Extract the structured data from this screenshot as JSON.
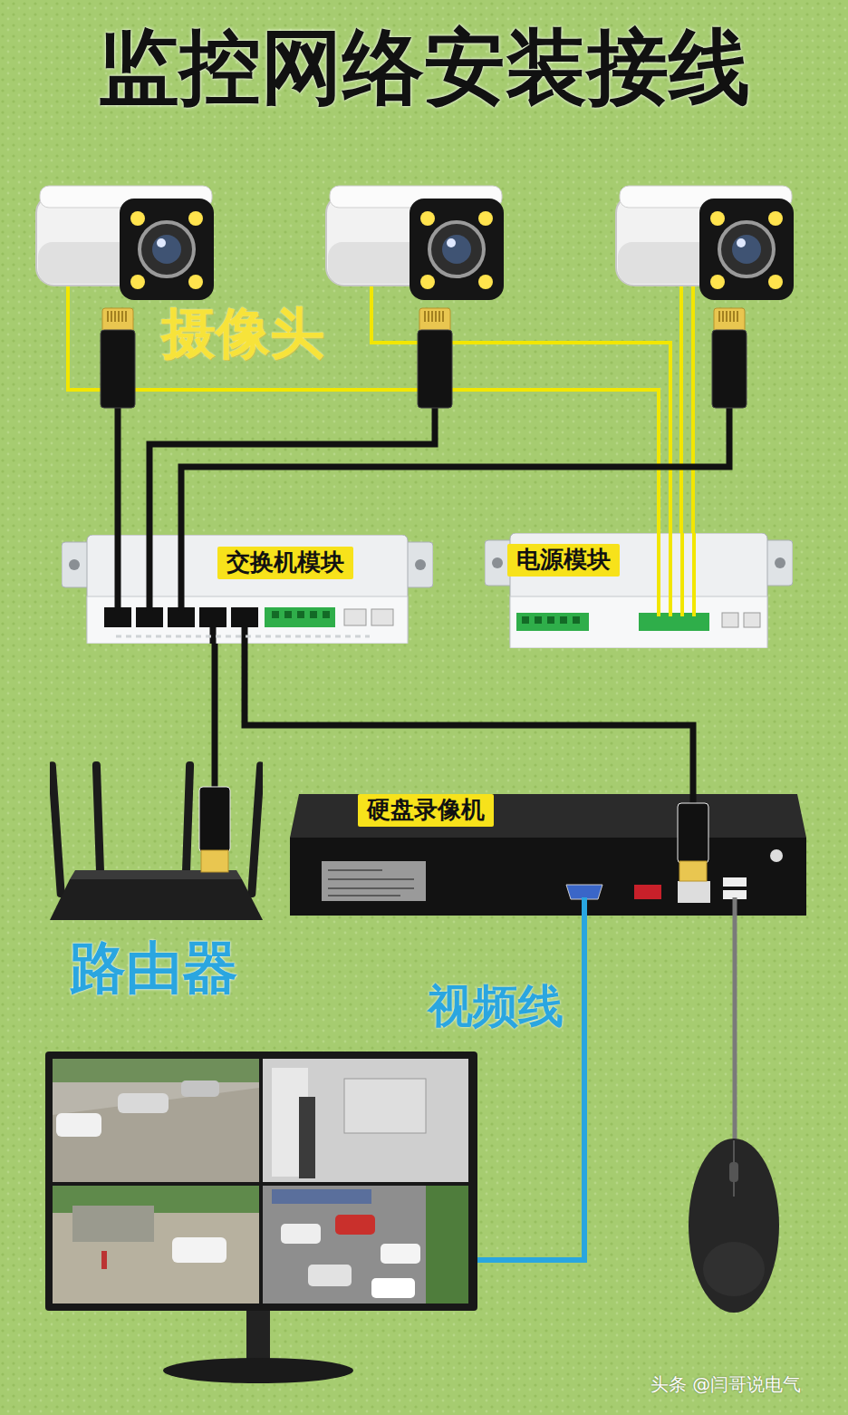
{
  "diagram": {
    "title": "监控网络安装接线",
    "nodes": [
      {
        "text": [
          "交换机模块"
        ]
      },
      {
        "text": [
          "电源模块"
        ]
      },
      {
        "text": [
          "路由器"
        ]
      },
      {
        "text": [
          "硬盘录像机"
        ]
      }
    ],
    "edges": [
      {
        "from": 0,
        "to": 2,
        "arrow": "none"
      },
      {
        "from": 0,
        "to": 3,
        "arrow": "none"
      }
    ],
    "labels": [
      "摄像头",
      "视频线",
      "头条 @闫哥说电气"
    ]
  }
}
